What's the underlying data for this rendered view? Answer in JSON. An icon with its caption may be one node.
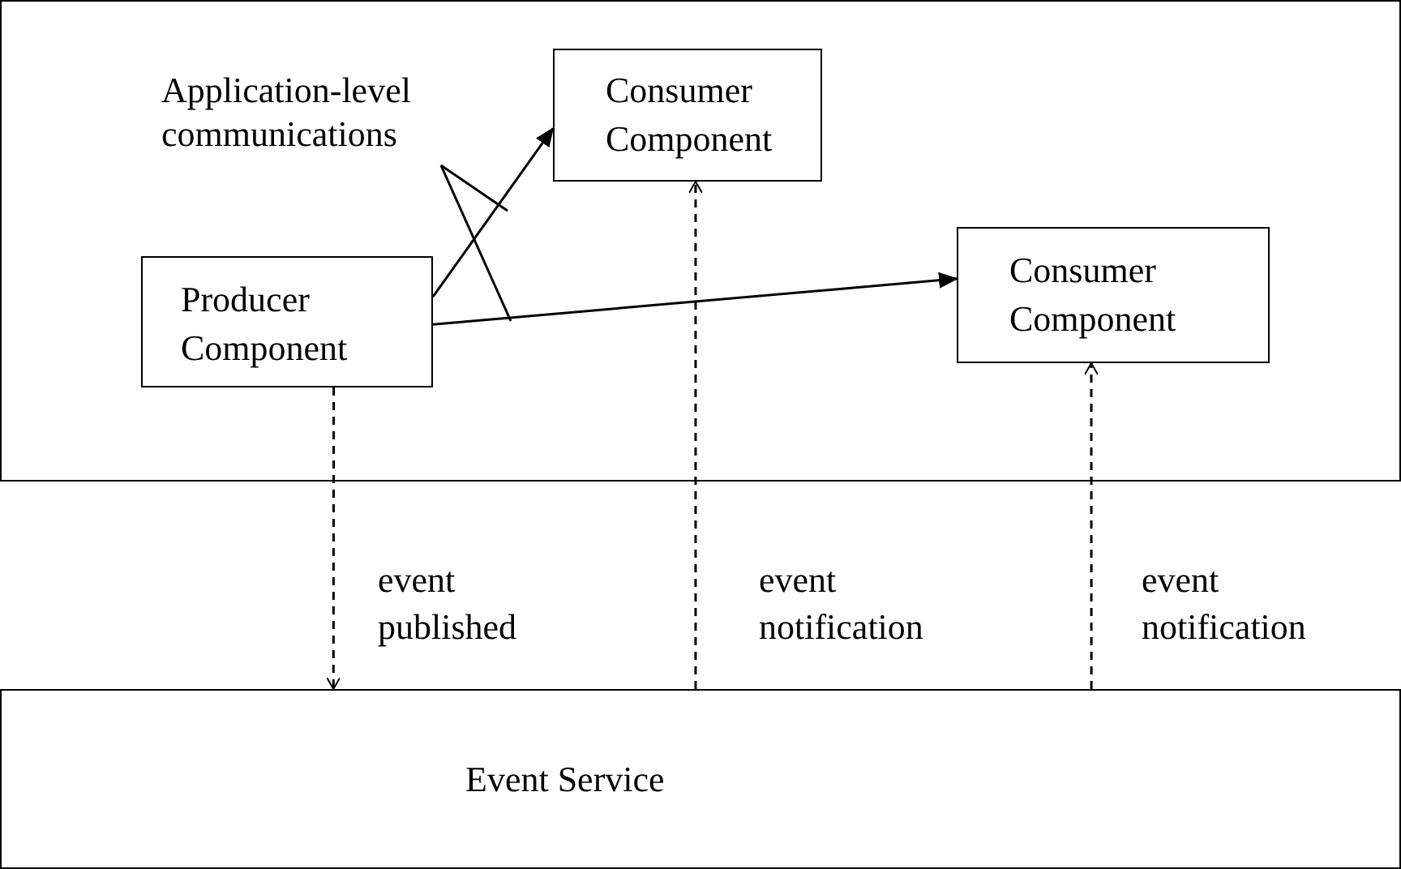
{
  "diagram": {
    "nodes": [
      {
        "text": [],
        "shape": "box"
      },
      {
        "text": [
          "Producer Component"
        ],
        "in": 0
      },
      {
        "text": [
          "Consumer Component"
        ],
        "in": 0
      },
      {
        "text": [
          "Consumer Component"
        ],
        "in": 0
      },
      {
        "text": [
          "Application-level communications"
        ],
        "in": 0
      },
      {
        "text": [
          "Event Service"
        ]
      }
    ],
    "edges": [
      {
        "from": 1,
        "to": 2,
        "arrow": "to"
      },
      {
        "from": 1,
        "to": 3,
        "arrow": "to"
      },
      {
        "from": 4,
        "to": null,
        "arrow": "none"
      },
      {
        "from": 4,
        "to": null,
        "arrow": "none"
      },
      {
        "from": 1,
        "to": 5,
        "arrow": "to",
        "label": "event published",
        "style": "dashed"
      },
      {
        "from": 5,
        "to": 2,
        "arrow": "to",
        "label": "event notification",
        "style": "dashed"
      },
      {
        "from": 5,
        "to": 3,
        "arrow": "to",
        "label": "event notification",
        "style": "dashed"
      }
    ]
  }
}
